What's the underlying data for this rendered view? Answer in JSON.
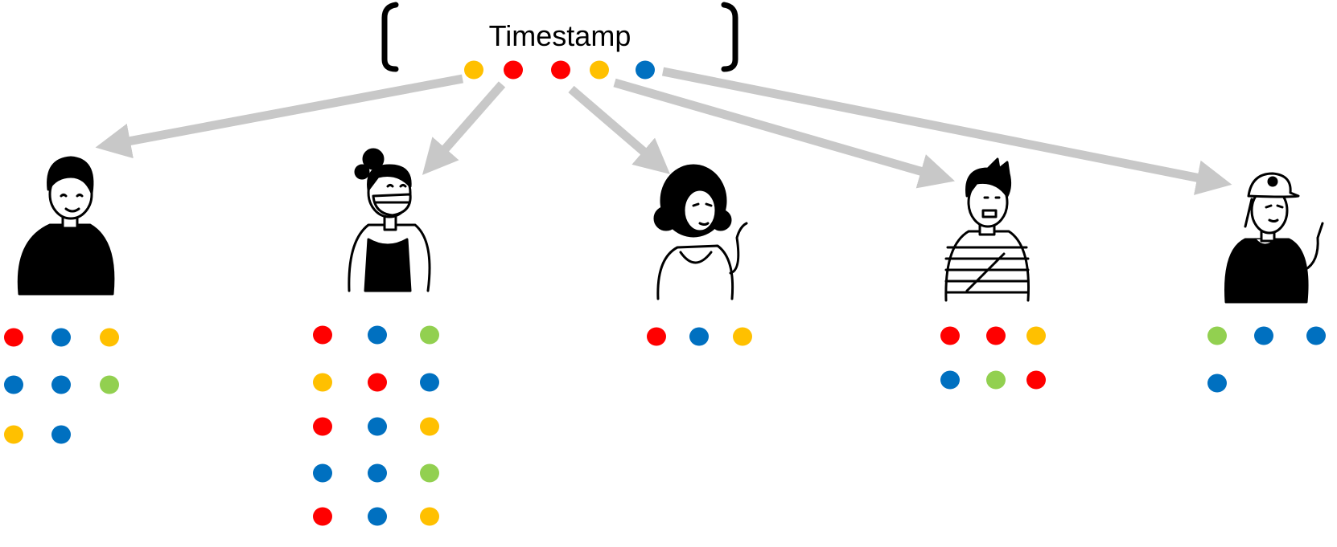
{
  "timestamp": {
    "label": "Timestamp",
    "dots": [
      "yellow",
      "red",
      "red",
      "yellow",
      "blue"
    ]
  },
  "colors": {
    "red": "#ff0000",
    "blue": "#0070c0",
    "yellow": "#ffc000",
    "green": "#92d050",
    "arrow": "#c8c8c8"
  },
  "people": [
    {
      "id": "person-1",
      "icon": "person-dark-sweater-icon",
      "dot_rows": [
        [
          "red",
          "blue",
          "yellow"
        ],
        [
          "blue",
          "blue",
          "green"
        ],
        [
          "yellow",
          "blue"
        ]
      ]
    },
    {
      "id": "person-2",
      "icon": "person-face-mask-icon",
      "dot_rows": [
        [
          "red",
          "blue",
          "green"
        ],
        [
          "yellow",
          "red",
          "blue"
        ],
        [
          "red",
          "blue",
          "yellow"
        ],
        [
          "blue",
          "blue",
          "green"
        ],
        [
          "red",
          "blue",
          "yellow"
        ]
      ]
    },
    {
      "id": "person-3",
      "icon": "person-curly-hair-icon",
      "dot_rows": [
        [
          "red",
          "blue",
          "yellow"
        ]
      ]
    },
    {
      "id": "person-4",
      "icon": "person-striped-shirt-icon",
      "dot_rows": [
        [
          "red",
          "red",
          "yellow"
        ],
        [
          "blue",
          "green",
          "red"
        ]
      ]
    },
    {
      "id": "person-5",
      "icon": "person-cap-icon",
      "dot_rows": [
        [
          "green",
          "blue",
          "blue"
        ],
        [
          "blue"
        ]
      ]
    }
  ]
}
